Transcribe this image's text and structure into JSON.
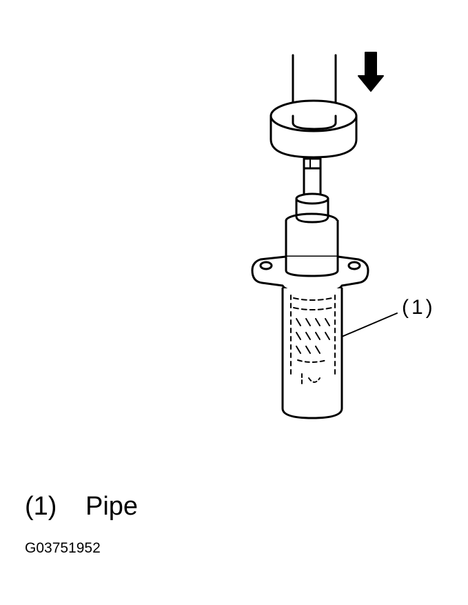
{
  "callout": {
    "label": "(1)"
  },
  "legend": {
    "number": "(1)",
    "text": "Pipe"
  },
  "figure_code": "G03751952",
  "colors": {
    "ink": "#000000",
    "paper": "#ffffff"
  }
}
